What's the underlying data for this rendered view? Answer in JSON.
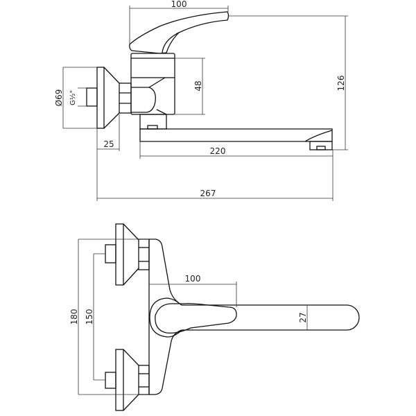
{
  "side_view": {
    "dim_lever_width": "100",
    "dim_body_height": "48",
    "dim_total_height": "126",
    "dim_diameter": "Ø69",
    "dim_thread": "G½\"",
    "dim_offset": "25",
    "dim_spout_length": "220",
    "dim_total_length": "267"
  },
  "top_view": {
    "dim_total_span": "180",
    "dim_center_distance": "150",
    "dim_handle_length": "100",
    "dim_spout_width": "27"
  }
}
